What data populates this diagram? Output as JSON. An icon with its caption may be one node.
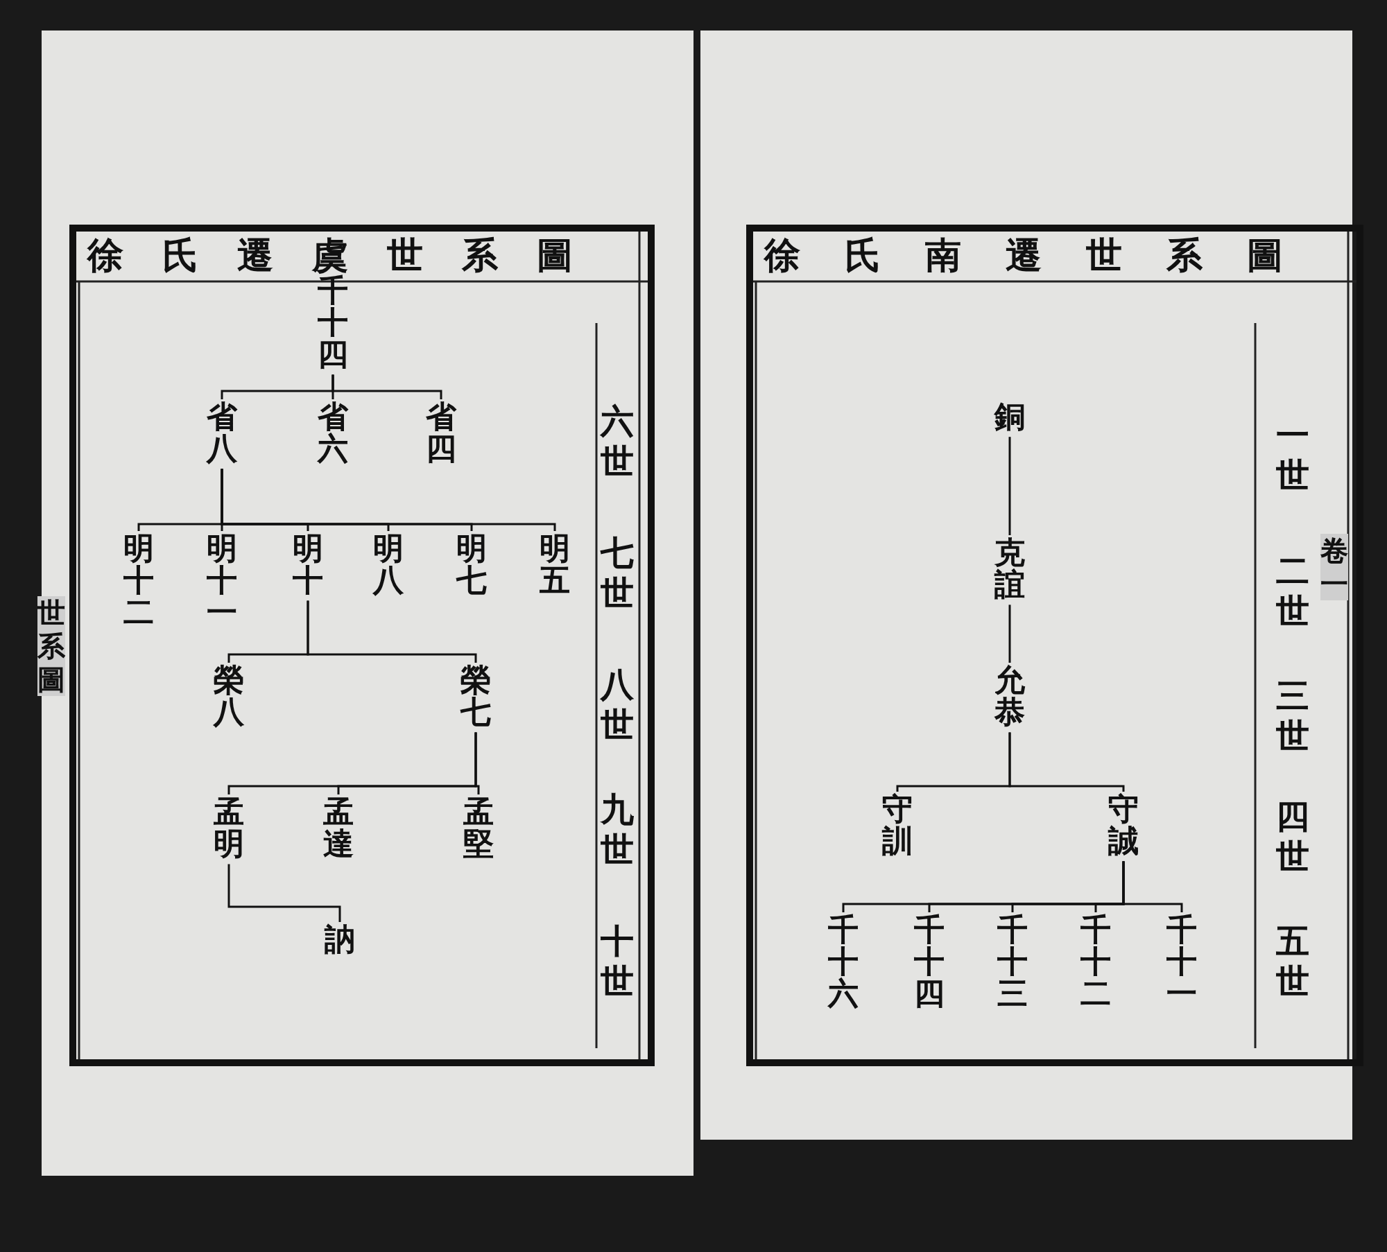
{
  "diagram": {
    "nodes": [
      {
        "text": [
          "徐氏南遷世系圖"
        ]
      },
      {
        "text": [
          "銅"
        ],
        "in": 0
      },
      {
        "text": [
          "克誼"
        ],
        "in": 0
      },
      {
        "text": [
          "允恭"
        ],
        "in": 0
      },
      {
        "text": [
          "守訓"
        ],
        "in": 0
      },
      {
        "text": [
          "守誠"
        ],
        "in": 0
      },
      {
        "text": [
          "千十六"
        ],
        "in": 0
      },
      {
        "text": [
          "千十四"
        ],
        "in": 0
      },
      {
        "text": [
          "千十三"
        ],
        "in": 0
      },
      {
        "text": [
          "千十二"
        ],
        "in": 0
      },
      {
        "text": [
          "千十一"
        ],
        "in": 0
      },
      {
        "text": [
          "徐氏遷虞世系圖"
        ]
      },
      {
        "text": [
          "千十四"
        ],
        "in": 11
      },
      {
        "text": [
          "省八"
        ],
        "in": 11
      },
      {
        "text": [
          "省六"
        ],
        "in": 11
      },
      {
        "text": [
          "省四"
        ],
        "in": 11
      },
      {
        "text": [
          "明十二"
        ],
        "in": 11
      },
      {
        "text": [
          "明十一"
        ],
        "in": 11
      },
      {
        "text": [
          "明十"
        ],
        "in": 11
      },
      {
        "text": [
          "明八"
        ],
        "in": 11
      },
      {
        "text": [
          "明七"
        ],
        "in": 11
      },
      {
        "text": [
          "明五"
        ],
        "in": 11
      },
      {
        "text": [
          "榮八"
        ],
        "in": 11
      },
      {
        "text": [
          "榮七"
        ],
        "in": 11
      },
      {
        "text": [
          "孟明"
        ],
        "in": 11
      },
      {
        "text": [
          "孟達"
        ],
        "in": 11
      },
      {
        "text": [
          "孟堅"
        ],
        "in": 11
      },
      {
        "text": [
          "訥"
        ],
        "in": 11
      }
    ],
    "edges": [
      {
        "from": 1,
        "to": 2,
        "arrow": "none"
      },
      {
        "from": 2,
        "to": 3,
        "arrow": "none"
      },
      {
        "from": 3,
        "to": 4,
        "arrow": "none"
      },
      {
        "from": 3,
        "to": 5,
        "arrow": "none"
      },
      {
        "from": 5,
        "to": 6,
        "arrow": "none"
      },
      {
        "from": 5,
        "to": 7,
        "arrow": "none"
      },
      {
        "from": 5,
        "to": 8,
        "arrow": "none"
      },
      {
        "from": 5,
        "to": 9,
        "arrow": "none"
      },
      {
        "from": 5,
        "to": 10,
        "arrow": "none"
      },
      {
        "from": 12,
        "to": 13,
        "arrow": "none"
      },
      {
        "from": 12,
        "to": 14,
        "arrow": "none"
      },
      {
        "from": 12,
        "to": 15,
        "arrow": "none"
      },
      {
        "from": 13,
        "to": 16,
        "arrow": "none"
      },
      {
        "from": 13,
        "to": 17,
        "arrow": "none"
      },
      {
        "from": 13,
        "to": 18,
        "arrow": "none"
      },
      {
        "from": 13,
        "to": 19,
        "arrow": "none"
      },
      {
        "from": 13,
        "to": 20,
        "arrow": "none"
      },
      {
        "from": 13,
        "to": 21,
        "arrow": "none"
      },
      {
        "from": 18,
        "to": 22,
        "arrow": "none"
      },
      {
        "from": 18,
        "to": 23,
        "arrow": "none"
      },
      {
        "from": 23,
        "to": 24,
        "arrow": "none"
      },
      {
        "from": 23,
        "to": 25,
        "arrow": "none"
      },
      {
        "from": 23,
        "to": 26,
        "arrow": "none"
      },
      {
        "from": 24,
        "to": 27,
        "arrow": "none"
      }
    ],
    "labels": [
      "一世",
      "二世",
      "三世",
      "四世",
      "五世",
      "六世",
      "七世",
      "八世",
      "九世",
      "十世",
      "世系圖",
      "卷一"
    ]
  }
}
